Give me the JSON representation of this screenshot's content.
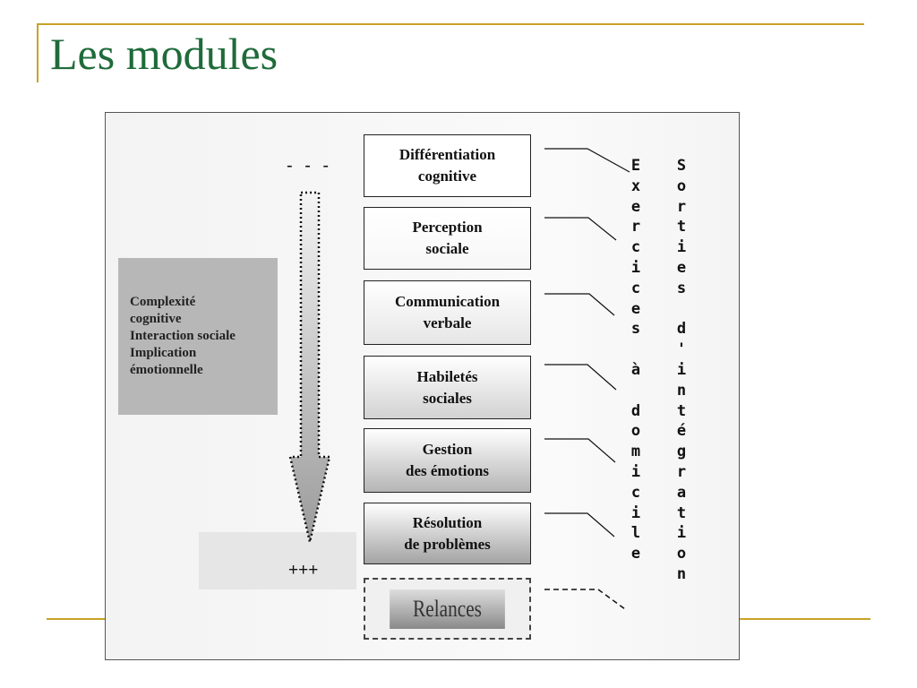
{
  "title": "Les modules",
  "side_box": {
    "lines": [
      "Complexité",
      "cognitive",
      "Interaction sociale",
      "Implication",
      "émotionnelle"
    ]
  },
  "arrow": {
    "top_label": "- - -",
    "bottom_label": "+++"
  },
  "modules": [
    {
      "label": "Différentiation\ncognitive",
      "fill": "#ffffff"
    },
    {
      "label": "Perception\nsociale",
      "fill": "#f7f7f7"
    },
    {
      "label": "Communication\nverbale",
      "fill": "#e6e6e6"
    },
    {
      "label": "Habiletés\nsociales",
      "fill": "#d2d2d2"
    },
    {
      "label": "Gestion\ndes émotions",
      "fill": "#b5b5b5"
    },
    {
      "label": "Résolution\nde problèmes",
      "fill": "#a3a3a3"
    }
  ],
  "relances": "Relances",
  "vertical_text": {
    "col1": [
      "E",
      "x",
      "e",
      "r",
      "c",
      "i",
      "c",
      "e",
      "s",
      "",
      "à",
      "",
      "d",
      "o",
      "m",
      "i",
      "c",
      "i",
      "l",
      "e"
    ],
    "col2": [
      "S",
      "o",
      "r",
      "t",
      "i",
      "e",
      "s",
      "",
      "d",
      "'",
      "i",
      "n",
      "t",
      "é",
      "g",
      "r",
      "a",
      "t",
      "i",
      "o",
      "n"
    ]
  }
}
